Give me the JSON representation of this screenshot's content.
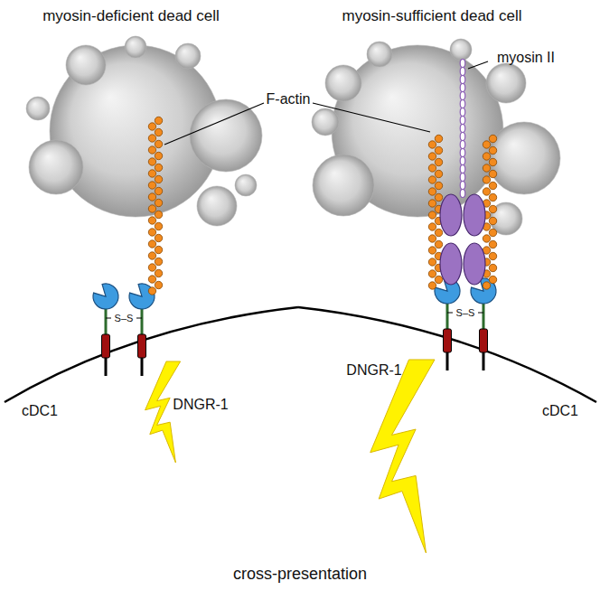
{
  "diagram": {
    "labels": [
      "myosin-deficient dead cell",
      "myosin-sufficient dead cell",
      "F-actin",
      "myosin II",
      "cDC1",
      "cDC1",
      "DNGR-1",
      "DNGR-1",
      "S–S",
      "S–S",
      "cross-presentation"
    ]
  }
}
